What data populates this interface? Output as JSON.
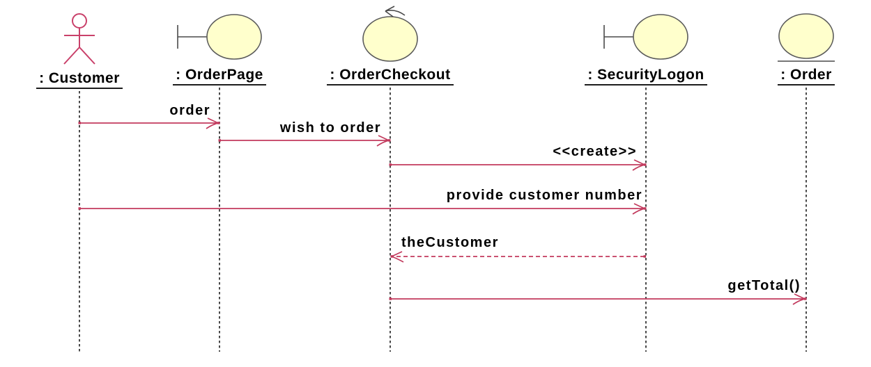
{
  "diagram": {
    "kind": "uml-sequence-diagram",
    "colors": {
      "background": "#ffffff",
      "object_fill": "#ffffcc",
      "object_stroke": "#5a5a5a",
      "actor": "#c9406a",
      "message": "#c23a5d",
      "lifeline": "#1c1c1c",
      "text": "#000000"
    },
    "objects": [
      {
        "label": ": Customer",
        "stereotype": "actor",
        "icon": "actor-icon"
      },
      {
        "label": ": OrderPage",
        "stereotype": "boundary",
        "icon": "boundary-icon"
      },
      {
        "label": ": OrderCheckout",
        "stereotype": "control",
        "icon": "control-icon"
      },
      {
        "label": ": SecurityLogon",
        "stereotype": "boundary",
        "icon": "boundary-icon"
      },
      {
        "label": ": Order",
        "stereotype": "entity",
        "icon": "entity-icon"
      }
    ],
    "messages": [
      {
        "label": "order",
        "from": ": Customer",
        "to": ": OrderPage",
        "line": "solid"
      },
      {
        "label": "wish to order",
        "from": ": OrderPage",
        "to": ": OrderCheckout",
        "line": "solid"
      },
      {
        "label": "<<create>>",
        "from": ": OrderCheckout",
        "to": ": SecurityLogon",
        "line": "solid"
      },
      {
        "label": "provide customer number",
        "from": ": Customer",
        "to": ": SecurityLogon",
        "line": "solid"
      },
      {
        "label": "theCustomer",
        "from": ": SecurityLogon",
        "to": ": OrderCheckout",
        "line": "dashed"
      },
      {
        "label": "getTotal()",
        "from": ": OrderCheckout",
        "to": ": Order",
        "line": "solid"
      }
    ]
  }
}
